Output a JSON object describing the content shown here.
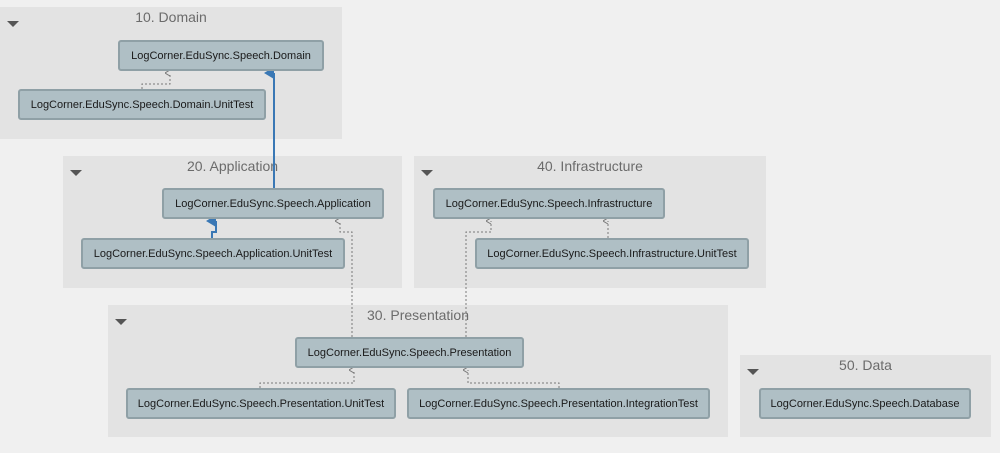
{
  "groups": {
    "domain": {
      "title": "10. Domain"
    },
    "application": {
      "title": "20. Application"
    },
    "infrastructure": {
      "title": "40. Infrastructure"
    },
    "presentation": {
      "title": "30. Presentation"
    },
    "data": {
      "title": "50. Data"
    }
  },
  "nodes": {
    "domain": "LogCorner.EduSync.Speech.Domain",
    "domain_unittest": "LogCorner.EduSync.Speech.Domain.UnitTest",
    "application": "LogCorner.EduSync.Speech.Application",
    "application_unittest": "LogCorner.EduSync.Speech.Application.UnitTest",
    "infrastructure": "LogCorner.EduSync.Speech.Infrastructure",
    "infrastructure_unittest": "LogCorner.EduSync.Speech.Infrastructure.UnitTest",
    "presentation": "LogCorner.EduSync.Speech.Presentation",
    "presentation_unittest": "LogCorner.EduSync.Speech.Presentation.UnitTest",
    "presentation_integrationtest": "LogCorner.EduSync.Speech.Presentation.IntegrationTest",
    "database": "LogCorner.EduSync.Speech.Database"
  },
  "colors": {
    "strong_edge": "#3a78b5",
    "dotted_edge": "#7a7a7a",
    "node_fill": "#afbfc5",
    "group_fill": "#e3e3e3"
  }
}
